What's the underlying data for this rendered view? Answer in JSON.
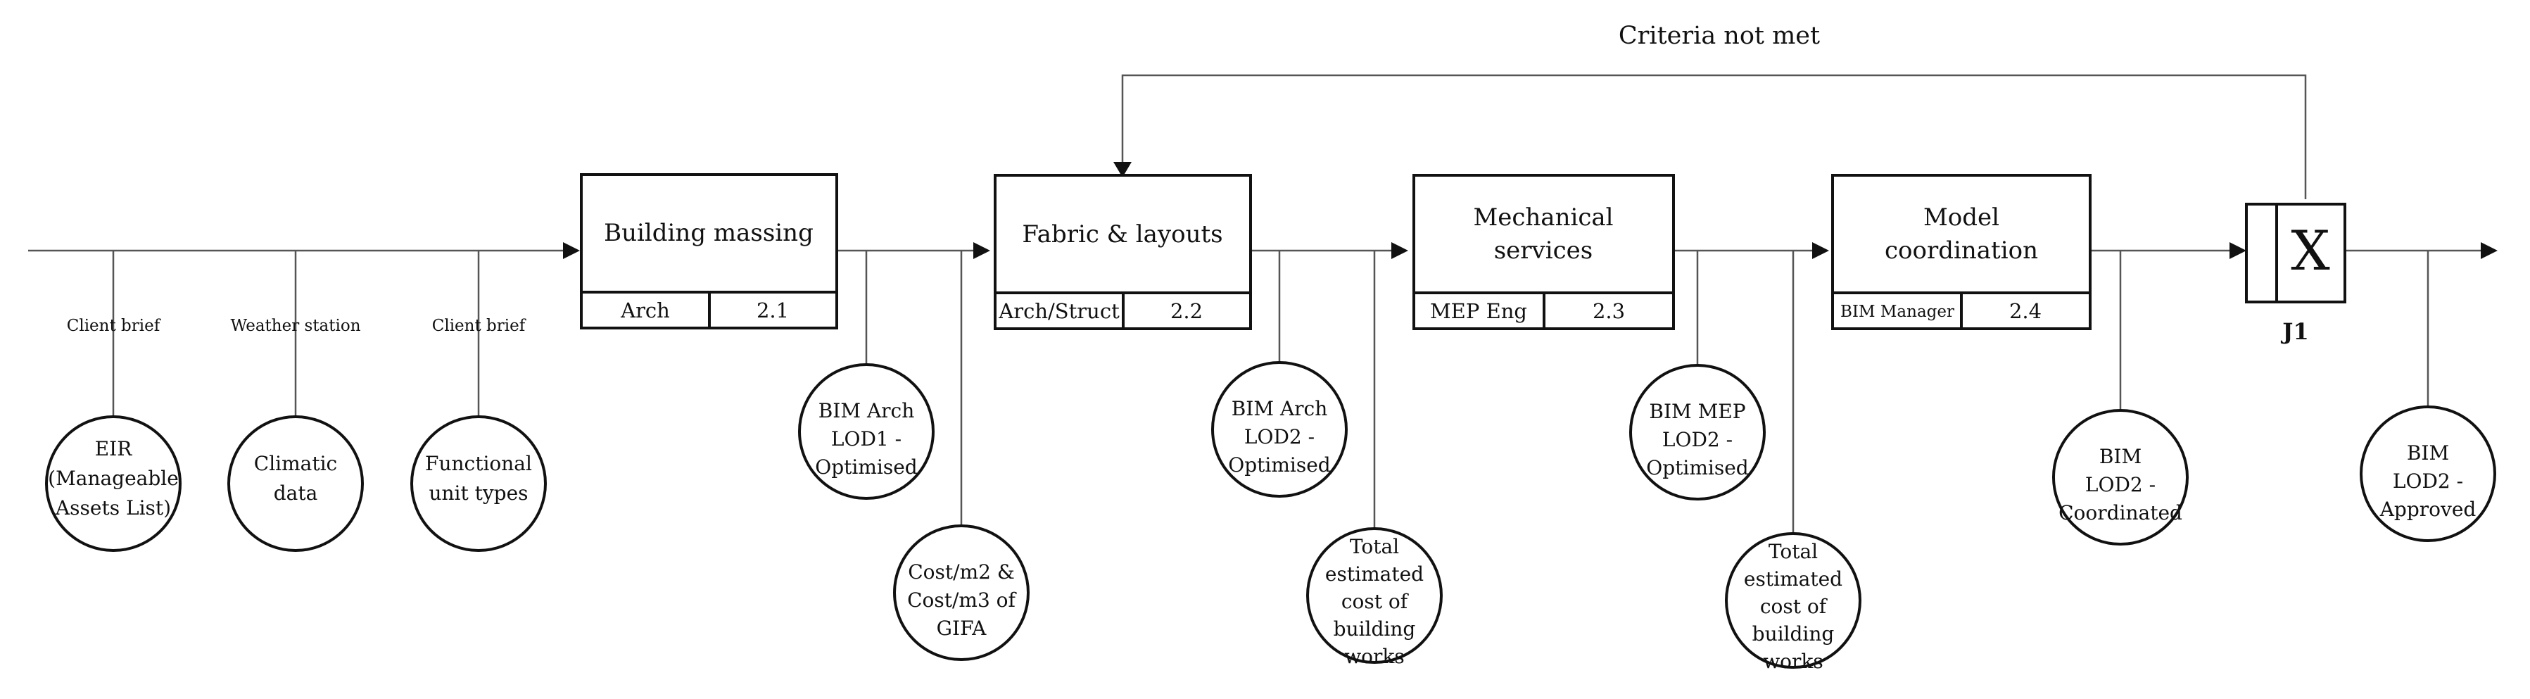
{
  "diagram": {
    "header_label": "Criteria not met",
    "inputs": [
      {
        "label": "Client brief",
        "circle_lines": [
          "EIR",
          "(Manageable",
          "Assets List)"
        ]
      },
      {
        "label": "Weather station",
        "circle_lines": [
          "Climatic",
          "data"
        ]
      },
      {
        "label": "Client brief",
        "circle_lines": [
          "Functional",
          "unit types"
        ]
      }
    ],
    "processes": [
      {
        "title_lines": [
          "Building massing"
        ],
        "role": "Arch",
        "number": "2.1"
      },
      {
        "title_lines": [
          "Fabric & layouts"
        ],
        "role": "Arch/Struct",
        "number": "2.2"
      },
      {
        "title_lines": [
          "Mechanical",
          "services"
        ],
        "role": "MEP Eng",
        "number": "2.3"
      },
      {
        "title_lines": [
          "Model",
          "coordination"
        ],
        "role": "BIM Manager",
        "number": "2.4"
      }
    ],
    "outputs": [
      {
        "lines": [
          "BIM Arch",
          "LOD1 -",
          "Optimised"
        ]
      },
      {
        "lines": [
          "Cost/m2 &",
          "Cost/m3 of",
          "GIFA"
        ]
      },
      {
        "lines": [
          "BIM Arch",
          "LOD2 -",
          "Optimised"
        ]
      },
      {
        "lines": [
          "Total",
          "estimated",
          "cost of",
          "building",
          "works"
        ]
      },
      {
        "lines": [
          "BIM MEP",
          "LOD2 -",
          "Optimised"
        ]
      },
      {
        "lines": [
          "Total",
          "estimated",
          "cost of",
          "building",
          "works"
        ]
      },
      {
        "lines": [
          "BIM",
          "LOD2 -",
          "Coordinated"
        ]
      },
      {
        "lines": [
          "BIM",
          "LOD2 -",
          "Approved"
        ]
      }
    ],
    "junction": {
      "symbol": "X",
      "label": "J1"
    }
  }
}
